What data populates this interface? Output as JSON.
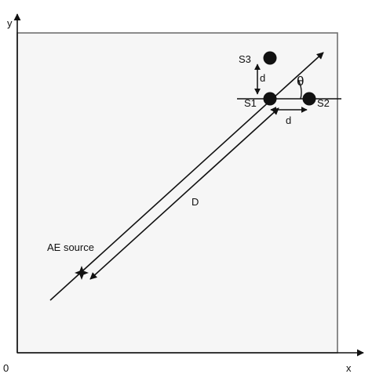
{
  "diagram": {
    "origin_label": "0",
    "x_axis_label": "x",
    "y_axis_label": "y",
    "sensors": [
      {
        "id": "s1",
        "label": "S1"
      },
      {
        "id": "s2",
        "label": "S2"
      },
      {
        "id": "s3",
        "label": "S3"
      }
    ],
    "spacing_label_horizontal": "d",
    "spacing_label_vertical": "d",
    "distance_label": "D",
    "angle_label": "θ",
    "source_label": "AE source",
    "colors": {
      "panel_fill": "#f6f6f6",
      "panel_stroke": "#707070",
      "line": "#111111",
      "sensor": "#111111"
    }
  }
}
